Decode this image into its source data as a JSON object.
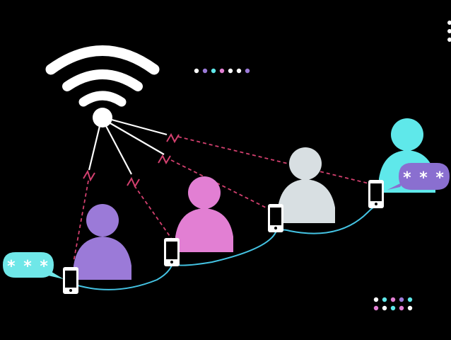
{
  "colors": {
    "background": "#000000",
    "wifi": "#ffffff",
    "person_purple": "#9b7ad8",
    "person_pink": "#e27fd3",
    "person_grey": "#d8dfe2",
    "person_cyan": "#5fe8ea",
    "phone": "#ffffff",
    "cable": "#44c3e3",
    "signal_dash": "#d3406f",
    "bubble_left": "#6fe7e8",
    "bubble_right": "#8a6fd0"
  },
  "icons": {
    "router": "wifi-router-icon",
    "phone": "smartphone-icon",
    "interference": "zigzag-lightning-icon"
  },
  "bubbles": {
    "left_text": "* * *",
    "right_text": "* * *"
  },
  "people": [
    {
      "name": "person-purple",
      "color_key": "person_purple"
    },
    {
      "name": "person-pink",
      "color_key": "person_pink"
    },
    {
      "name": "person-grey",
      "color_key": "person_grey"
    },
    {
      "name": "person-cyan",
      "color_key": "person_cyan"
    }
  ]
}
